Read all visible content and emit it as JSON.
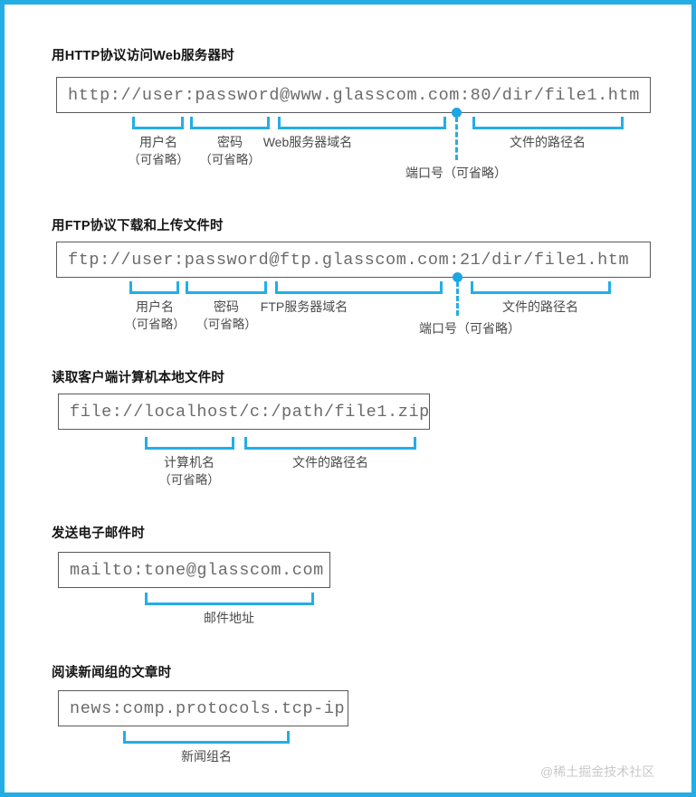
{
  "page": {
    "frame_color": "#22AEE5",
    "bracket_color": "#23AEE6",
    "box_border_color": "#5A5A5A",
    "url_text_color": "#6B6B6B",
    "watermark": "@稀土掘金技术社区"
  },
  "sections": [
    {
      "id": "http",
      "title": "用HTTP协议访问Web服务器时",
      "url": "http://user:password@www.glasscom.com:80/dir/file1.htm",
      "parts": [
        {
          "label": "用户名",
          "note": "（可省略）"
        },
        {
          "label": "密码",
          "note": "（可省略）"
        },
        {
          "label": "Web服务器域名",
          "note": ""
        },
        {
          "label": "文件的路径名",
          "note": ""
        }
      ],
      "port": {
        "label": "端口号（可省略）"
      }
    },
    {
      "id": "ftp",
      "title": "用FTP协议下载和上传文件时",
      "url": "ftp://user:password@ftp.glasscom.com:21/dir/file1.htm",
      "parts": [
        {
          "label": "用户名",
          "note": "（可省略）"
        },
        {
          "label": "密码",
          "note": "（可省略）"
        },
        {
          "label": "FTP服务器域名",
          "note": ""
        },
        {
          "label": "文件的路径名",
          "note": ""
        }
      ],
      "port": {
        "label": "端口号（可省略）"
      }
    },
    {
      "id": "file",
      "title": "读取客户端计算机本地文件时",
      "url": "file://localhost/c:/path/file1.zip",
      "parts": [
        {
          "label": "计算机名",
          "note": "（可省略）"
        },
        {
          "label": "文件的路径名",
          "note": ""
        }
      ],
      "port": null
    },
    {
      "id": "mailto",
      "title": "发送电子邮件时",
      "url": "mailto:tone@glasscom.com",
      "parts": [
        {
          "label": "邮件地址",
          "note": ""
        }
      ],
      "port": null
    },
    {
      "id": "news",
      "title": "阅读新闻组的文章时",
      "url": "news:comp.protocols.tcp-ip",
      "parts": [
        {
          "label": "新闻组名",
          "note": ""
        }
      ],
      "port": null
    }
  ]
}
